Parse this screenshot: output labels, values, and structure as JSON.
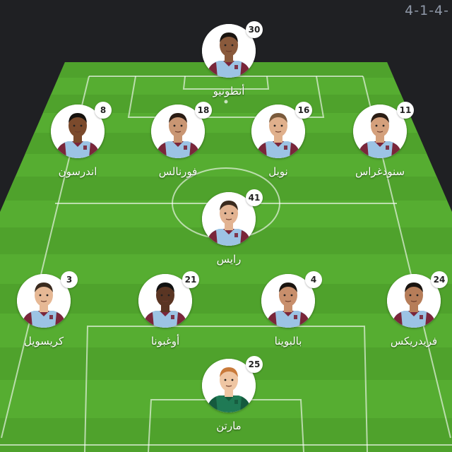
{
  "formation_label": "4-1-4-",
  "colors": {
    "background": "#1f2023",
    "pitch_light": "#56ad31",
    "pitch_dark": "#4c9e2a",
    "shirt_claret": "#7a263a",
    "shirt_sky": "#9cc3e4",
    "keeper_shirt": "#1f7a55"
  },
  "players": [
    {
      "number": "30",
      "name": "أنطونيو",
      "role": "forward"
    },
    {
      "number": "8",
      "name": "اندرسون",
      "role": "midfielder"
    },
    {
      "number": "18",
      "name": "فورنالس",
      "role": "midfielder"
    },
    {
      "number": "16",
      "name": "نوبل",
      "role": "midfielder"
    },
    {
      "number": "11",
      "name": "سنودغراس",
      "role": "midfielder"
    },
    {
      "number": "41",
      "name": "رايس",
      "role": "defensive-midfielder"
    },
    {
      "number": "3",
      "name": "كريسويل",
      "role": "defender"
    },
    {
      "number": "21",
      "name": "أوغبونا",
      "role": "defender"
    },
    {
      "number": "4",
      "name": "بالبوينا",
      "role": "defender"
    },
    {
      "number": "24",
      "name": "فريدريكس",
      "role": "defender"
    },
    {
      "number": "25",
      "name": "مارتن",
      "role": "goalkeeper"
    }
  ]
}
